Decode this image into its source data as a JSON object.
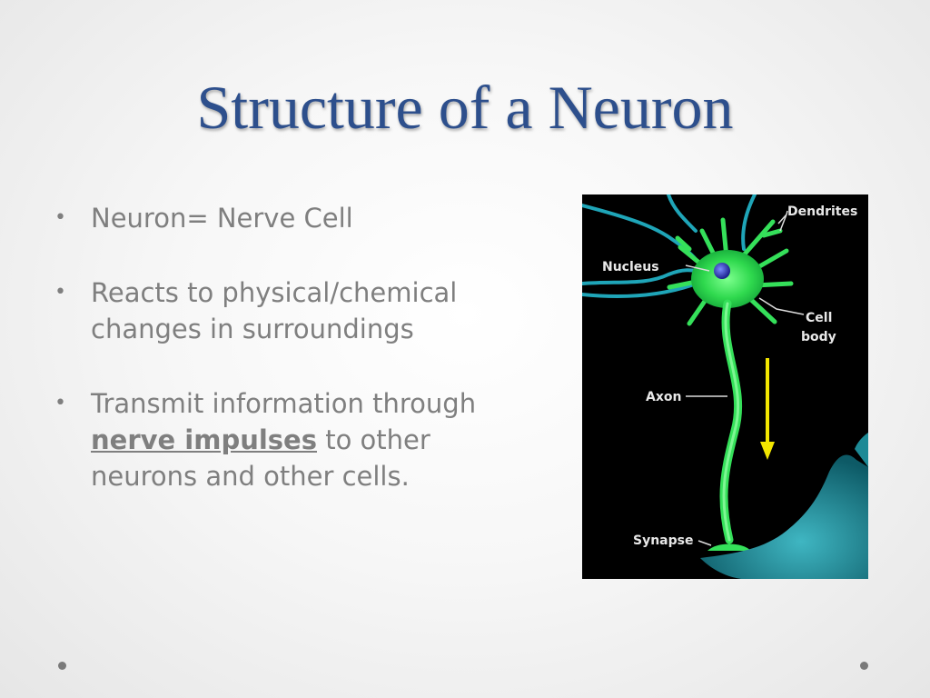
{
  "slide": {
    "title": "Structure of a Neuron",
    "bullets": [
      {
        "text": "Neuron= Nerve Cell"
      },
      {
        "text": "Reacts to physical/chemical changes in surroundings"
      },
      {
        "before": "Transmit information through ",
        "emphasis": "nerve impulses",
        "after": " to other neurons and other cells."
      }
    ]
  },
  "figure": {
    "labels": {
      "dendrites": "Dendrites",
      "nucleus": "Nucleus",
      "cell_body_line1": "Cell",
      "cell_body_line2": "body",
      "axon": "Axon",
      "synapse": "Synapse"
    }
  },
  "colors": {
    "title": "#2d4f8c",
    "body_text": "#7f7f7f",
    "neuron": "#35e05a",
    "dendrite_lines": "#1fa5b8",
    "arrow": "#f2e600",
    "figure_background": "#000000"
  }
}
